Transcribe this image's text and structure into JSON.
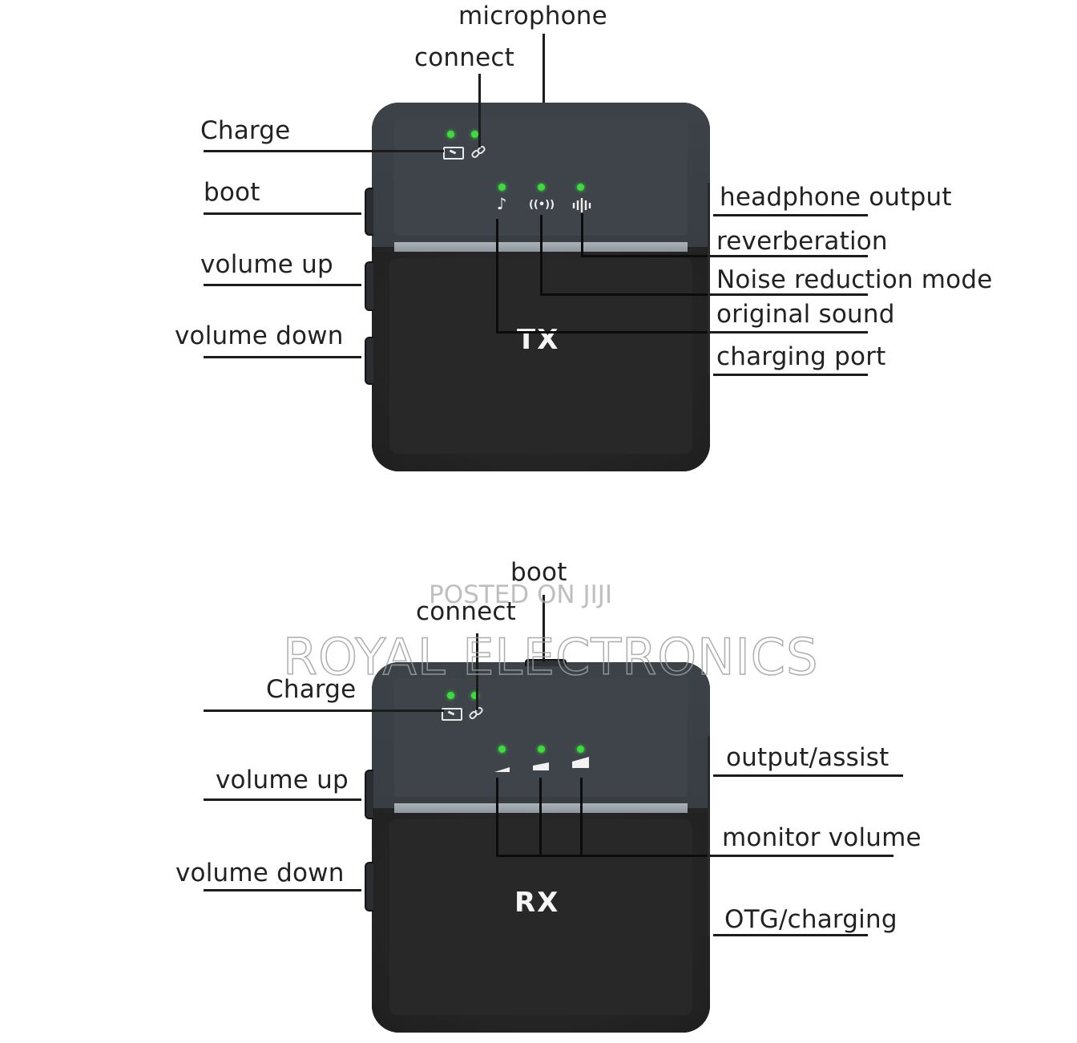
{
  "tx": {
    "device_label": "TX",
    "top_labels": {
      "microphone": "microphone",
      "connect": "connect"
    },
    "left_labels": [
      "Charge",
      "boot",
      "volume up",
      "volume down"
    ],
    "right_labels": [
      "headphone output",
      "reverberation",
      "Noise reduction mode",
      "original sound",
      "charging port"
    ],
    "indicator_icons": {
      "status": [
        "battery-charge-icon",
        "link-icon"
      ],
      "modes": [
        "music-note-icon",
        "broadcast-icon",
        "sound-wave-icon"
      ]
    },
    "icon_glyphs": {
      "music": "♪",
      "broadcast": "((•))",
      "wave": "ıllıı"
    }
  },
  "rx": {
    "device_label": "RX",
    "top_labels": {
      "boot": "boot",
      "connect": "connect"
    },
    "left_labels": [
      "Charge",
      "volume up",
      "volume down"
    ],
    "right_labels": [
      "output/assist",
      "monitor volume",
      "OTG/charging"
    ],
    "indicator_icons": {
      "status": [
        "battery-charge-icon",
        "link-icon"
      ],
      "modes": [
        "volume-level-1-icon",
        "volume-level-2-icon",
        "volume-level-3-icon"
      ]
    }
  },
  "watermark": {
    "line1": "POSTED ON JIJI",
    "line2": "ROYAL ELECTRONICS"
  },
  "colors": {
    "led": "#3bdc3b",
    "device_top": "#3f444b",
    "device_body": "#242424",
    "stripe": "#9ea7ad",
    "leader_line": "#1c1c1c"
  }
}
